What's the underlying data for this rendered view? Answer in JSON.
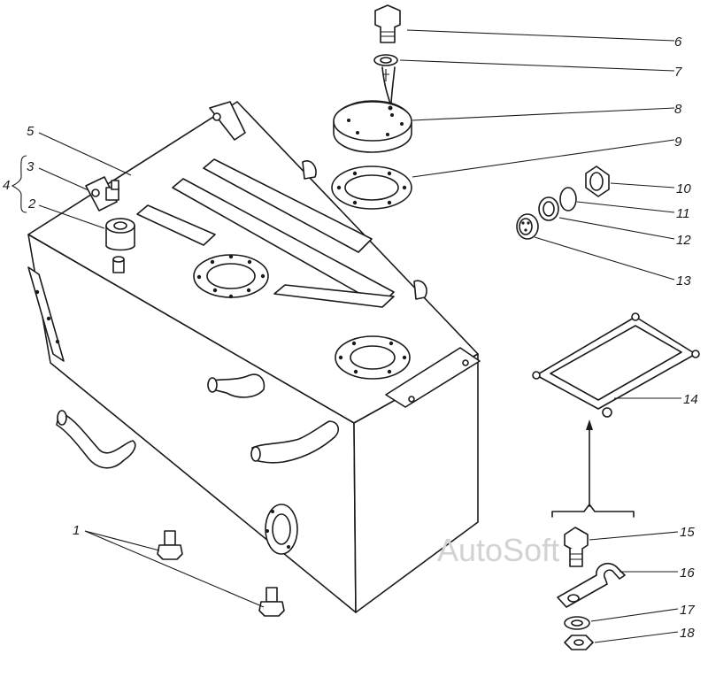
{
  "diagram": {
    "callouts": [
      "1",
      "2",
      "3",
      "4",
      "5",
      "6",
      "7",
      "8",
      "9",
      "10",
      "11",
      "12",
      "13",
      "14",
      "15",
      "16",
      "17",
      "18"
    ],
    "watermark": "AutoSoft"
  }
}
